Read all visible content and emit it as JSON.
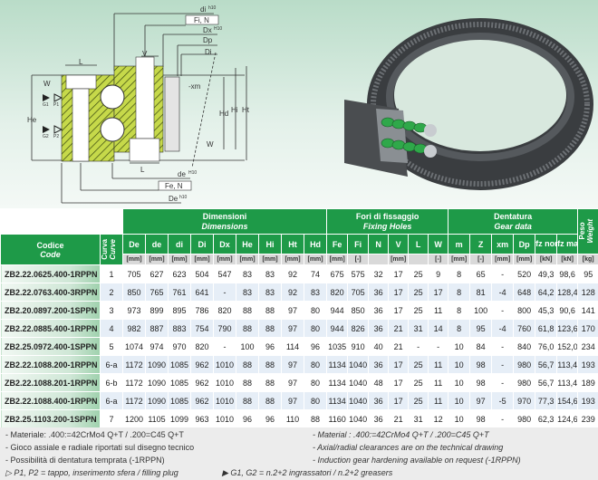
{
  "diagram": {
    "labels": {
      "di": "di",
      "di_tol": "h10",
      "fi_n": "Fi, N",
      "dx": "Dx",
      "dx_tol": "H10",
      "dp": "Dp",
      "di_inner": "Di",
      "v": "V",
      "l": "L",
      "w": "W",
      "he": "He",
      "hd": "Hd",
      "hi": "Hi",
      "ht": "Ht",
      "xm": "-xm",
      "g1": "G1",
      "p1": "P1",
      "g2": "G2",
      "p2": "P2",
      "de": "de",
      "de_tol": "H10",
      "fe_n": "Fe, N",
      "De": "De",
      "De_tol": "h10"
    }
  },
  "colors": {
    "header_green": "#1e9a48",
    "row_alt": "#e6eef7",
    "units_gray": "#d9d9d9"
  },
  "table": {
    "code_header": "Codice",
    "code_header_en": "Code",
    "curve_header": "Curva",
    "curve_header_en": "Curve",
    "groups": [
      {
        "label": "Dimensioni",
        "label_en": "Dimensions"
      },
      {
        "label": "Fori di fissaggio",
        "label_en": "Fixing Holes"
      },
      {
        "label": "Dentatura",
        "label_en": "Gear data"
      },
      {
        "label": "Peso",
        "label_en": "Weight"
      }
    ],
    "columns": [
      "De",
      "de",
      "di",
      "Di",
      "Dx",
      "He",
      "Hi",
      "Ht",
      "Hd",
      "Fe",
      "Fi",
      "N",
      "V",
      "L",
      "W",
      "m",
      "Z",
      "xm",
      "Dp",
      "fz norm",
      "fz max"
    ],
    "units": [
      "[mm]",
      "[mm]",
      "[mm]",
      "[mm]",
      "[mm]",
      "[mm]",
      "[mm]",
      "[mm]",
      "[mm]",
      "[mm]",
      "[-]",
      "",
      "[mm]",
      "",
      "[-]",
      "[mm]",
      "[-]",
      "[mm]",
      "[mm]",
      "[kN]",
      "[kN]",
      "[kg]"
    ],
    "rows": [
      {
        "code": "ZB2.22.0625.400-1RPPN",
        "curve": "1",
        "values": [
          "705",
          "627",
          "623",
          "504",
          "547",
          "83",
          "83",
          "92",
          "74",
          "675",
          "575",
          "32",
          "17",
          "25",
          "9",
          "8",
          "65",
          "-",
          "520",
          "49,3",
          "98,6",
          "95"
        ]
      },
      {
        "code": "ZB2.22.0763.400-3RPPN",
        "curve": "2",
        "values": [
          "850",
          "765",
          "761",
          "641",
          "-",
          "83",
          "83",
          "92",
          "83",
          "820",
          "705",
          "36",
          "17",
          "25",
          "17",
          "8",
          "81",
          "-4",
          "648",
          "64,2",
          "128,4",
          "128"
        ]
      },
      {
        "code": "ZB2.20.0897.200-1SPPN",
        "curve": "3",
        "values": [
          "973",
          "899",
          "895",
          "786",
          "820",
          "88",
          "88",
          "97",
          "80",
          "944",
          "850",
          "36",
          "17",
          "25",
          "11",
          "8",
          "100",
          "-",
          "800",
          "45,3",
          "90,6",
          "141"
        ]
      },
      {
        "code": "ZB2.22.0885.400-1RPPN",
        "curve": "4",
        "values": [
          "982",
          "887",
          "883",
          "754",
          "790",
          "88",
          "88",
          "97",
          "80",
          "944",
          "826",
          "36",
          "21",
          "31",
          "14",
          "8",
          "95",
          "-4",
          "760",
          "61,8",
          "123,6",
          "170"
        ]
      },
      {
        "code": "ZB2.25.0972.400-1SPPN",
        "curve": "5",
        "values": [
          "1074",
          "974",
          "970",
          "820",
          "-",
          "100",
          "96",
          "114",
          "96",
          "1035",
          "910",
          "40",
          "21",
          "-",
          "-",
          "10",
          "84",
          "-",
          "840",
          "76,0",
          "152,0",
          "234"
        ]
      },
      {
        "code": "ZB2.22.1088.200-1RPPN",
        "curve": "6-a",
        "values": [
          "1172",
          "1090",
          "1085",
          "962",
          "1010",
          "88",
          "88",
          "97",
          "80",
          "1134",
          "1040",
          "36",
          "17",
          "25",
          "11",
          "10",
          "98",
          "-",
          "980",
          "56,7",
          "113,4",
          "193"
        ]
      },
      {
        "code": "ZB2.22.1088.201-1RPPN",
        "curve": "6-b",
        "values": [
          "1172",
          "1090",
          "1085",
          "962",
          "1010",
          "88",
          "88",
          "97",
          "80",
          "1134",
          "1040",
          "48",
          "17",
          "25",
          "11",
          "10",
          "98",
          "-",
          "980",
          "56,7",
          "113,4",
          "189"
        ]
      },
      {
        "code": "ZB2.22.1088.400-1RPPN",
        "curve": "6-a",
        "values": [
          "1172",
          "1090",
          "1085",
          "962",
          "1010",
          "88",
          "88",
          "97",
          "80",
          "1134",
          "1040",
          "36",
          "17",
          "25",
          "11",
          "10",
          "97",
          "-5",
          "970",
          "77,3",
          "154,6",
          "193"
        ]
      },
      {
        "code": "ZB2.25.1103.200-1SPPN",
        "curve": "7",
        "values": [
          "1200",
          "1105",
          "1099",
          "963",
          "1010",
          "96",
          "96",
          "110",
          "88",
          "1160",
          "1040",
          "36",
          "21",
          "31",
          "12",
          "10",
          "98",
          "-",
          "980",
          "62,3",
          "124,6",
          "239"
        ]
      }
    ]
  },
  "notes": {
    "it": [
      "- Materiale: .400:=42CrMo4 Q+T / .200=C45 Q+T",
      "- Gioco assiale e radiale riportati sul disegno tecnico",
      "- Possibilità di dentatura temprata (-1RPPN)"
    ],
    "en": [
      "- Material : .400:=42CrMo4 Q+T / .200=C45 Q+T",
      "- Axial/radial clearances are on the technical drawing",
      "- Induction gear hardening available on request (-1RPPN)"
    ],
    "legend_p": "▷ P1, P2 = tappo, inserimento sfera / filling plug",
    "legend_g": "▶ G1, G2 = n.2+2 ingrassatori  / n.2+2 greasers"
  }
}
